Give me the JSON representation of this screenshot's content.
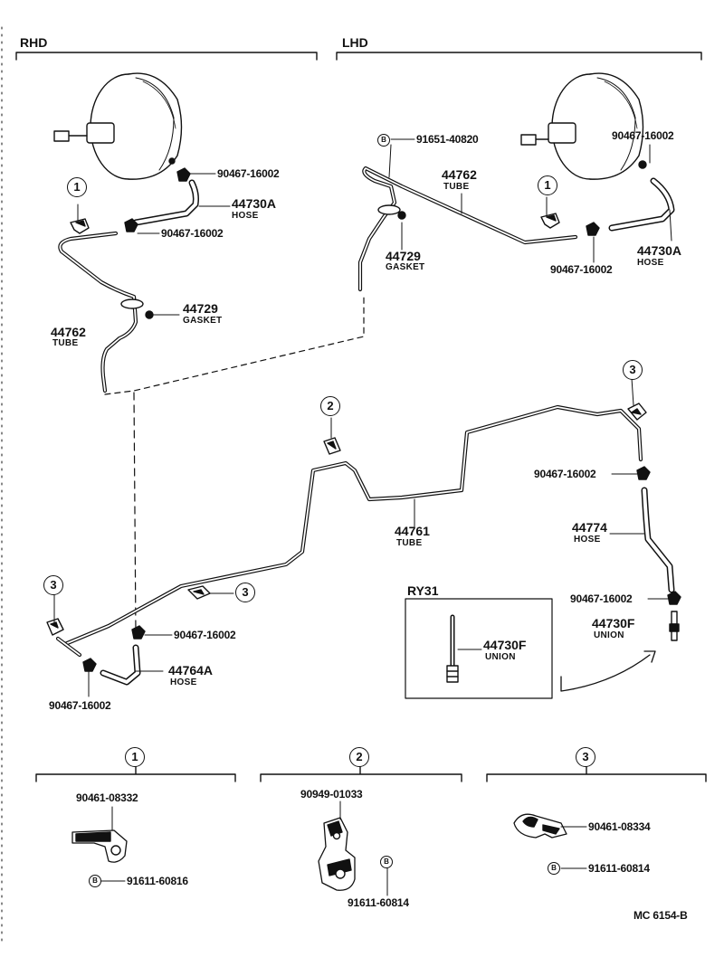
{
  "sections": {
    "rhd": "RHD",
    "lhd": "LHD",
    "inset": "RY31"
  },
  "parts": {
    "rhd_clip_upper": "90467-16002",
    "rhd_hose_num": "44730A",
    "rhd_hose_name": "HOSE",
    "rhd_clip_lower": "90467-16002",
    "rhd_gasket_num": "44729",
    "rhd_gasket_name": "GASKET",
    "rhd_tube_num": "44762",
    "rhd_tube_name": "TUBE",
    "lhd_bolt": "91651-40820",
    "lhd_tube_num": "44762",
    "lhd_tube_name": "TUBE",
    "lhd_clip_upper": "90467-16002",
    "lhd_gasket_num": "44729",
    "lhd_gasket_name": "GASKET",
    "lhd_clip_lower": "90467-16002",
    "lhd_hose_num": "44730A",
    "lhd_hose_name": "HOSE",
    "main_tube_num": "44761",
    "main_tube_name": "TUBE",
    "right_clip_upper": "90467-16002",
    "right_hose_num": "44774",
    "right_hose_name": "HOSE",
    "right_clip_lower": "90467-16002",
    "right_union_num": "44730F",
    "right_union_name": "UNION",
    "inset_union_num": "44730F",
    "inset_union_name": "UNION",
    "left_clip_mid": "90467-16002",
    "left_hose_num": "44764A",
    "left_hose_name": "HOSE",
    "left_clip_lower": "90467-16002"
  },
  "callouts": {
    "one": "1",
    "two": "2",
    "three": "3",
    "bolt_mark": "B"
  },
  "details": {
    "d1_bracket": "90461-08332",
    "d1_bolt": "91611-60816",
    "d2_bracket": "90949-01033",
    "d2_bolt": "91611-60814",
    "d3_bracket": "90461-08334",
    "d3_bolt": "91611-60814"
  },
  "figure_code": "MC 6154-B"
}
